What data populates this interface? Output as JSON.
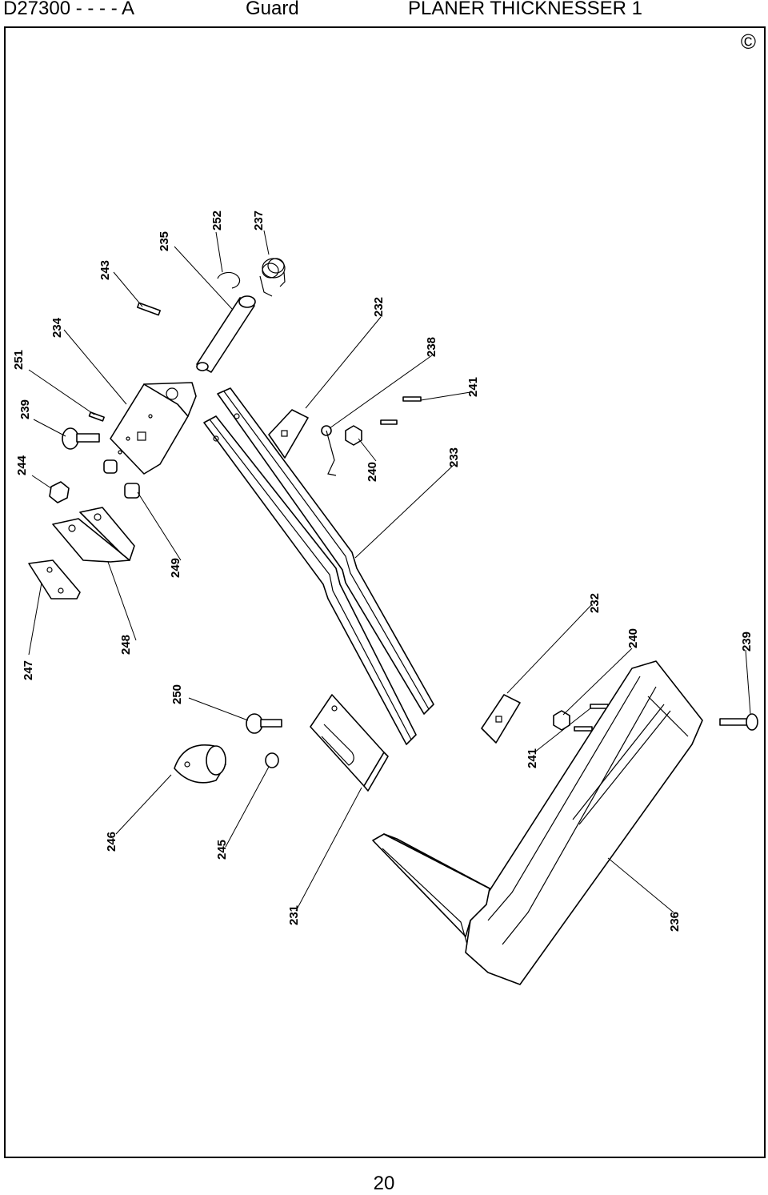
{
  "header": {
    "model": "D27300 - - - - A",
    "section": "Guard",
    "title": "PLANER THICKNESSER 1"
  },
  "copyright_symbol": "©",
  "page_number": "20",
  "callouts": {
    "c251": "251",
    "c234": "234",
    "c243": "243",
    "c235": "235",
    "c252": "252",
    "c237": "237",
    "c239a": "239",
    "c244": "244",
    "c249": "249",
    "c248": "248",
    "c247": "247",
    "c232a": "232",
    "c238": "238",
    "c241a": "241",
    "c240a": "240",
    "c233": "233",
    "c232b": "232",
    "c240b": "240",
    "c239b": "239",
    "c241b": "241",
    "c250": "250",
    "c246": "246",
    "c245": "245",
    "c231": "231",
    "c236": "236"
  }
}
